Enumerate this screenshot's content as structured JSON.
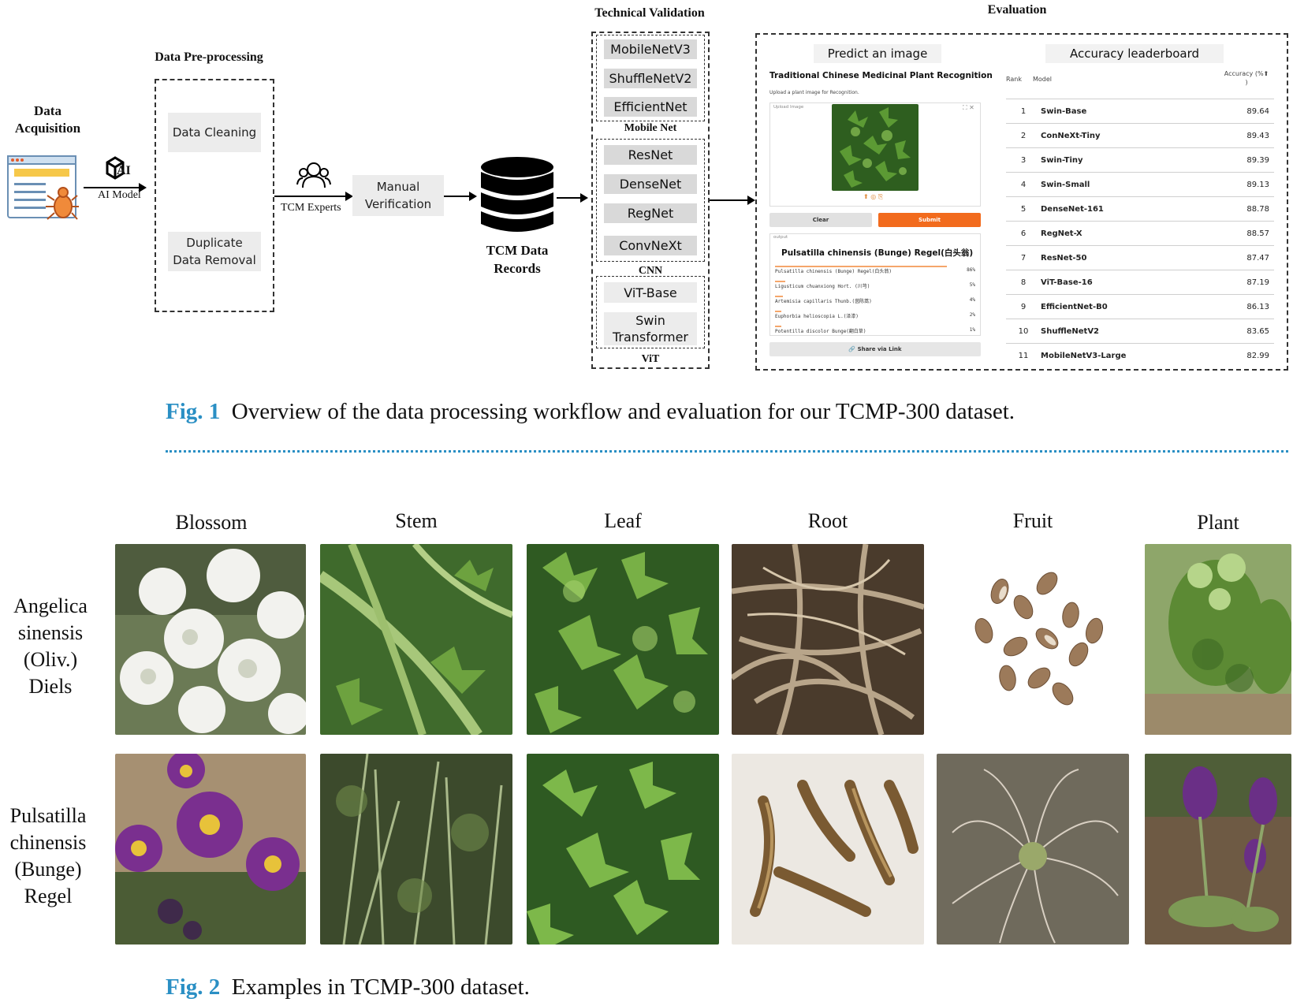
{
  "fig1": {
    "data_acquisition_label": "Data\nAcquisition",
    "ai_model_label": "AI Model",
    "ai_icon_text": "AI",
    "preprocessing_title": "Data Pre-processing",
    "data_cleaning": "Data Cleaning",
    "duplicate_removal": "Duplicate\nData Removal",
    "tcm_experts_label": "TCM Experts",
    "manual_verification": "Manual\nVerification",
    "tcm_records_label": "TCM Data\nRecords",
    "technical_validation_title": "Technical Validation",
    "mobile_net_models": [
      "MobileNetV3",
      "ShuffleNetV2",
      "EfficientNet"
    ],
    "mobile_net_label": "Mobile Net",
    "cnn_models": [
      "ResNet",
      "DenseNet",
      "RegNet",
      "ConvNeXt"
    ],
    "cnn_label": "CNN",
    "vit_models": [
      "ViT-Base",
      "Swin\nTransformer"
    ],
    "vit_label": "ViT",
    "evaluation_title": "Evaluation",
    "predict_tab": "Predict an image",
    "leaderboard_tab": "Accuracy leaderboard",
    "app_title": "Traditional Chinese Medicinal Plant Recognition",
    "app_subtitle": "Upload a plant image for Recognition.",
    "upload_label": "Upload Image",
    "clear_button": "Clear",
    "submit_button": "Submit",
    "output_label": "output",
    "prediction_title": "Pulsatilla chinensis (Bunge) Regel(白头翁)",
    "predictions": [
      {
        "name": "Pulsatilla chinensis (Bunge) Regel(白头翁)",
        "pct": "86%",
        "frac": 0.86
      },
      {
        "name": "Ligusticum chuanxiong Hort. (川芎)",
        "pct": "5%",
        "frac": 0.05
      },
      {
        "name": "Artemisia capillaris Thunb.(茵陈蒿)",
        "pct": "4%",
        "frac": 0.04
      },
      {
        "name": "Euphorbia helioscopia L.(泽漆)",
        "pct": "2%",
        "frac": 0.02
      },
      {
        "name": "Potentilla discolor Bunge(翻白草)",
        "pct": "1%",
        "frac": 0.01
      }
    ],
    "share_button": "Share via Link",
    "leaderboard_headers": {
      "rank": "Rank",
      "model": "Model",
      "accuracy": "Accuracy (%⬆\n)"
    },
    "leaderboard": [
      {
        "rank": "1",
        "model": "Swin-Base",
        "acc": "89.64"
      },
      {
        "rank": "2",
        "model": "ConNeXt-Tiny",
        "acc": "89.43"
      },
      {
        "rank": "3",
        "model": "Swin-Tiny",
        "acc": "89.39"
      },
      {
        "rank": "4",
        "model": "Swin-Small",
        "acc": "89.13"
      },
      {
        "rank": "5",
        "model": "DenseNet-161",
        "acc": "88.78"
      },
      {
        "rank": "6",
        "model": "RegNet-X",
        "acc": "88.57"
      },
      {
        "rank": "7",
        "model": "ResNet-50",
        "acc": "87.47"
      },
      {
        "rank": "8",
        "model": "ViT-Base-16",
        "acc": "87.19"
      },
      {
        "rank": "9",
        "model": "EfficientNet-B0",
        "acc": "86.13"
      },
      {
        "rank": "10",
        "model": "ShuffleNetV2",
        "acc": "83.65"
      },
      {
        "rank": "11",
        "model": "MobileNetV3-Large",
        "acc": "82.99"
      }
    ],
    "caption_num": "Fig. 1",
    "caption_text": "Overview of the data processing workflow and evaluation for our TCMP-300 dataset."
  },
  "fig2": {
    "columns": [
      "Blossom",
      "Stem",
      "Leaf",
      "Root",
      "Fruit",
      "Plant"
    ],
    "rows": [
      "Angelica\nsinensis\n(Oliv.)\nDiels",
      "Pulsatilla\nchinensis\n(Bunge)\nRegel"
    ],
    "caption_num": "Fig. 2",
    "caption_text": "Examples in TCMP-300 dataset."
  },
  "colors": {
    "caption_blue": "#2a8fc4",
    "submit_orange": "#f26b1d"
  }
}
